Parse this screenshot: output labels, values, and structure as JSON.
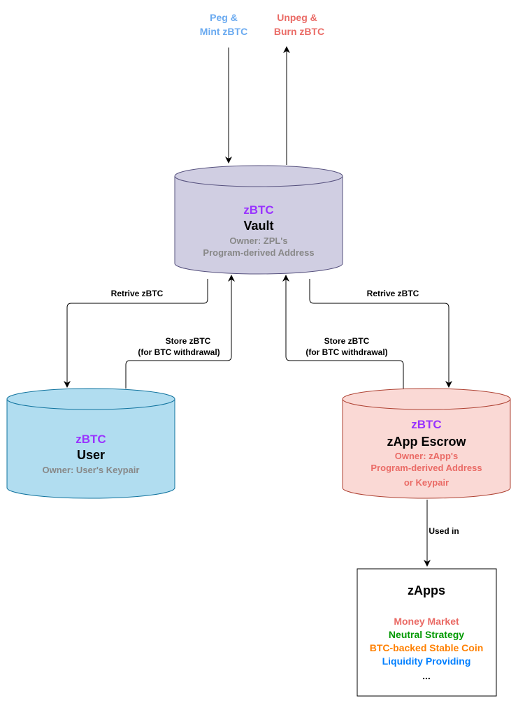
{
  "inputs": {
    "peg_line1": "Peg &",
    "peg_line2": "Mint zBTC",
    "unpeg_line1": "Unpeg &",
    "unpeg_line2": "Burn zBTC"
  },
  "vault": {
    "token": "zBTC",
    "title": "Vault",
    "owner_line1": "Owner: ZPL's",
    "owner_line2": "Program-derived Address"
  },
  "user": {
    "token": "zBTC",
    "title": "User",
    "owner_line1": "Owner: User's Keypair"
  },
  "escrow": {
    "token": "zBTC",
    "title": "zApp Escrow",
    "owner_line1": "Owner: zApp's",
    "owner_line2": "Program-derived Address",
    "owner_line3": "or Keypair"
  },
  "edges": {
    "retrieve_left": "Retrive zBTC",
    "retrieve_right": "Retrive zBTC",
    "store_left_line1": "Store zBTC",
    "store_left_line2": "(for BTC withdrawal)",
    "store_right_line1": "Store zBTC",
    "store_right_line2": "(for BTC withdrawal)",
    "used_in": "Used in"
  },
  "zapps": {
    "title": "zApps",
    "items": [
      "Money Market",
      "Neutral Strategy",
      "BTC-backed Stable Coin",
      "Liquidity Providing",
      "..."
    ]
  },
  "colors": {
    "peg": "#6aaaf0",
    "unpeg": "#ea6b66",
    "token": "#9933ff",
    "vault_fill": "#d0cee2",
    "vault_stroke": "#56517e",
    "user_fill": "#b1ddf0",
    "user_stroke": "#10739e",
    "escrow_fill": "#fad9d5",
    "escrow_stroke": "#ae4132",
    "owner_gray": "#888888",
    "owner_red": "#ea6b66",
    "item_money_market": "#ea6b66",
    "item_neutral": "#009900",
    "item_stable": "#ff8000",
    "item_liquidity": "#007fff",
    "item_more": "#000000"
  }
}
